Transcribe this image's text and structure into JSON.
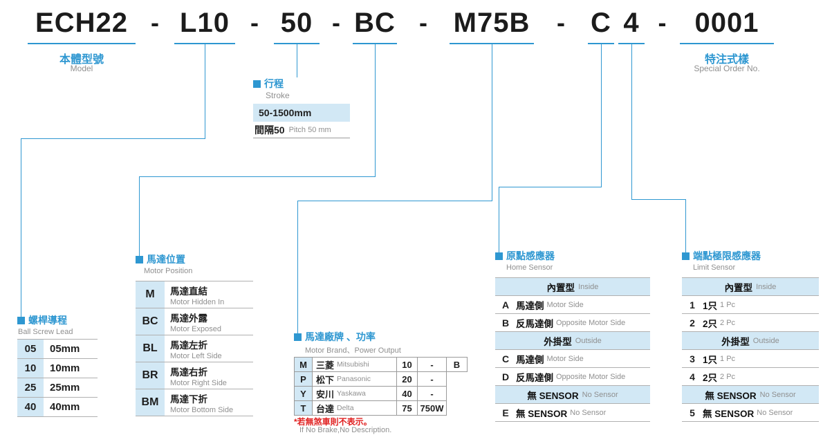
{
  "colors": {
    "accent": "#2e97d1",
    "light_blue": "#d2e8f5",
    "note_red": "#e02020"
  },
  "model_code": {
    "dash": "-",
    "segments": {
      "body": "ECH22",
      "lead": "L10",
      "stroke": "50",
      "motor_position": "BC",
      "motor_brand": "M75B",
      "home_sensor": "C",
      "limit_sensor": "4",
      "special": "0001"
    }
  },
  "body_model": {
    "zh": "本體型號",
    "en": "Model"
  },
  "special_order": {
    "zh": "特注式樣",
    "en": "Special Order No."
  },
  "stroke": {
    "zh": "行程",
    "en": "Stroke",
    "range": "50-1500mm",
    "pitch_zh": "間隔50",
    "pitch_en": "Pitch 50 mm"
  },
  "ball_screw_lead": {
    "title_zh": "螺桿導程",
    "title_en": "Ball Screw Lead",
    "rows": [
      {
        "code": "05",
        "value": "05mm"
      },
      {
        "code": "10",
        "value": "10mm"
      },
      {
        "code": "25",
        "value": "25mm"
      },
      {
        "code": "40",
        "value": "40mm"
      }
    ]
  },
  "motor_position": {
    "title_zh": "馬達位置",
    "title_en": "Motor Position",
    "rows": [
      {
        "code": "M",
        "zh": "馬達直結",
        "en": "Motor Hidden In"
      },
      {
        "code": "BC",
        "zh": "馬達外露",
        "en": "Motor Exposed"
      },
      {
        "code": "BL",
        "zh": "馬達左折",
        "en": "Motor Left Side"
      },
      {
        "code": "BR",
        "zh": "馬達右折",
        "en": "Motor Right Side"
      },
      {
        "code": "BM",
        "zh": "馬達下折",
        "en": "Motor Bottom Side"
      }
    ]
  },
  "motor_brand": {
    "title_zh": "馬達廠牌 、功率",
    "title_en": "Motor Brand、Power Output",
    "brake_label": "B",
    "note_zh": "*若無煞車則不表示。",
    "note_en": "If No Brake,No Description.",
    "rows": [
      {
        "code": "M",
        "zh": "三菱",
        "en": "Mitsubishi",
        "power_code": "10",
        "power": "-"
      },
      {
        "code": "P",
        "zh": "松下",
        "en": "Panasonic",
        "power_code": "20",
        "power": "-"
      },
      {
        "code": "Y",
        "zh": "安川",
        "en": "Yaskawa",
        "power_code": "40",
        "power": "-"
      },
      {
        "code": "T",
        "zh": "台達",
        "en": "Delta",
        "power_code": "75",
        "power": "750W"
      }
    ]
  },
  "home_sensor": {
    "title_zh": "原點感應器",
    "title_en": "Home Sensor",
    "rows": [
      {
        "type": "section",
        "zh": "內置型",
        "en": "Inside"
      },
      {
        "type": "item",
        "code": "A",
        "zh": "馬達側",
        "en": "Motor Side"
      },
      {
        "type": "item",
        "code": "B",
        "zh": "反馬達側",
        "en": "Opposite Motor Side"
      },
      {
        "type": "section",
        "zh": "外掛型",
        "en": "Outside"
      },
      {
        "type": "item",
        "code": "C",
        "zh": "馬達側",
        "en": "Motor Side"
      },
      {
        "type": "item",
        "code": "D",
        "zh": "反馬達側",
        "en": "Opposite Motor Side"
      },
      {
        "type": "section",
        "zh": "無 SENSOR",
        "en": "No Sensor"
      },
      {
        "type": "item",
        "code": "E",
        "zh": "無 SENSOR",
        "en": "No Sensor"
      }
    ]
  },
  "limit_sensor": {
    "title_zh": "端點極限感應器",
    "title_en": "Limit Sensor",
    "rows": [
      {
        "type": "section",
        "zh": "內置型",
        "en": "Inside"
      },
      {
        "type": "item",
        "code": "1",
        "zh": "1只",
        "en": "1 Pc"
      },
      {
        "type": "item",
        "code": "2",
        "zh": "2只",
        "en": "2 Pc"
      },
      {
        "type": "section",
        "zh": "外掛型",
        "en": "Outside"
      },
      {
        "type": "item",
        "code": "3",
        "zh": "1只",
        "en": "1 Pc"
      },
      {
        "type": "item",
        "code": "4",
        "zh": "2只",
        "en": "2 Pc"
      },
      {
        "type": "section",
        "zh": "無 SENSOR",
        "en": "No Sensor"
      },
      {
        "type": "item",
        "code": "5",
        "zh": "無 SENSOR",
        "en": "No Sensor"
      }
    ]
  }
}
